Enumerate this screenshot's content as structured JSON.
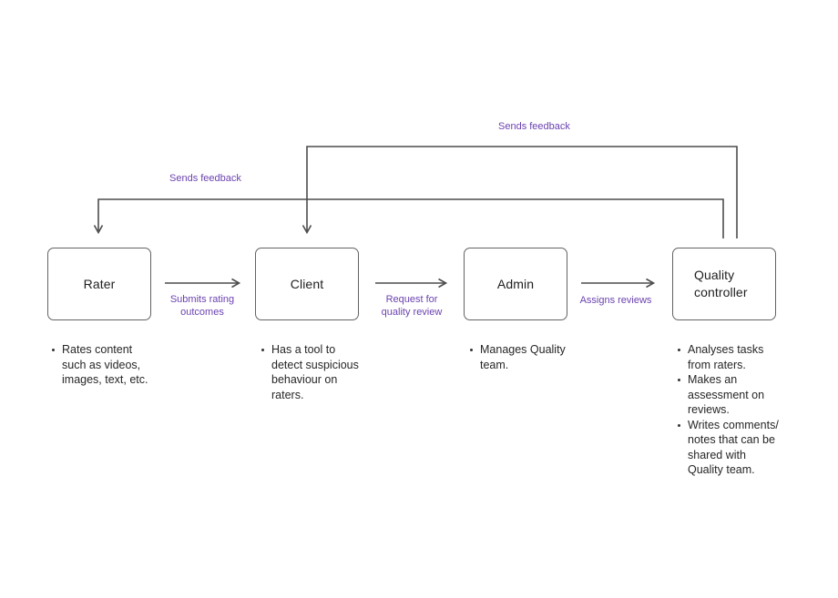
{
  "colors": {
    "accent": "#6b42b0",
    "line": "#4c4c4c",
    "box_border": "#636363",
    "text": "#1e1e1e"
  },
  "nodes": [
    {
      "title": "Rater",
      "bullets": [
        "Rates content\nsuch as videos,\nimages, text, etc."
      ]
    },
    {
      "title": "Client",
      "bullets": [
        "Has a tool to\ndetect suspicious\nbehaviour on\nraters."
      ]
    },
    {
      "title": "Admin",
      "bullets": [
        "Manages Quality\nteam."
      ]
    },
    {
      "title": "Quality controller",
      "bullets": [
        "Analyses tasks\nfrom raters.",
        "Makes an\nassessment on\nreviews.",
        "Writes comments/\nnotes that can be\nshared with\nQuality team."
      ]
    }
  ],
  "edges": [
    {
      "from": "Rater",
      "to": "Client",
      "label": "Submits rating\noutcomes"
    },
    {
      "from": "Client",
      "to": "Admin",
      "label": "Request for\nquality review"
    },
    {
      "from": "Admin",
      "to": "Quality controller",
      "label": "Assigns reviews"
    }
  ],
  "feedback_edges": [
    {
      "from": "Quality controller",
      "to": "Client",
      "label": "Sends feedback"
    },
    {
      "from": "Quality controller",
      "to": "Rater",
      "label": "Sends feedback"
    }
  ]
}
